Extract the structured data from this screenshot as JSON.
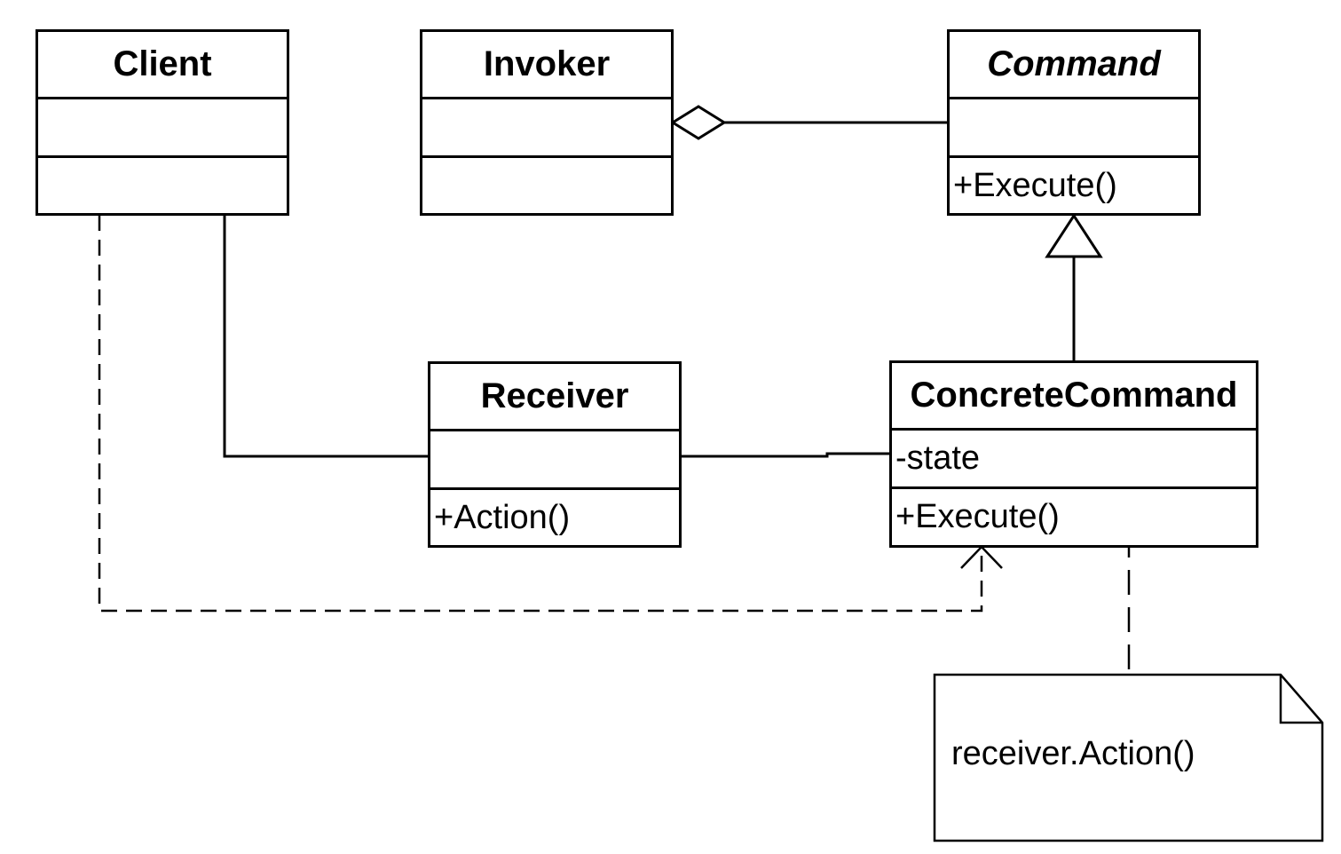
{
  "classes": {
    "client": {
      "name": "Client",
      "attributes": "",
      "operations": ""
    },
    "invoker": {
      "name": "Invoker",
      "attributes": "",
      "operations": ""
    },
    "command": {
      "name": "Command",
      "attributes": "",
      "operations": "+Execute()",
      "abstract": true
    },
    "receiver": {
      "name": "Receiver",
      "attributes": "",
      "operations": "+Action()"
    },
    "concrete_command": {
      "name": "ConcreteCommand",
      "attributes": "-state",
      "operations": "+Execute()"
    }
  },
  "note": {
    "text": "receiver.Action()"
  },
  "relationships": [
    {
      "type": "aggregation",
      "from": "Invoker",
      "to": "Command"
    },
    {
      "type": "generalization",
      "from": "ConcreteCommand",
      "to": "Command"
    },
    {
      "type": "association",
      "from": "Client",
      "to": "Receiver"
    },
    {
      "type": "association",
      "from": "Receiver",
      "to": "ConcreteCommand"
    },
    {
      "type": "dependency",
      "from": "Client",
      "to": "ConcreteCommand"
    },
    {
      "type": "note-anchor",
      "from": "ConcreteCommand",
      "to": "note"
    }
  ]
}
